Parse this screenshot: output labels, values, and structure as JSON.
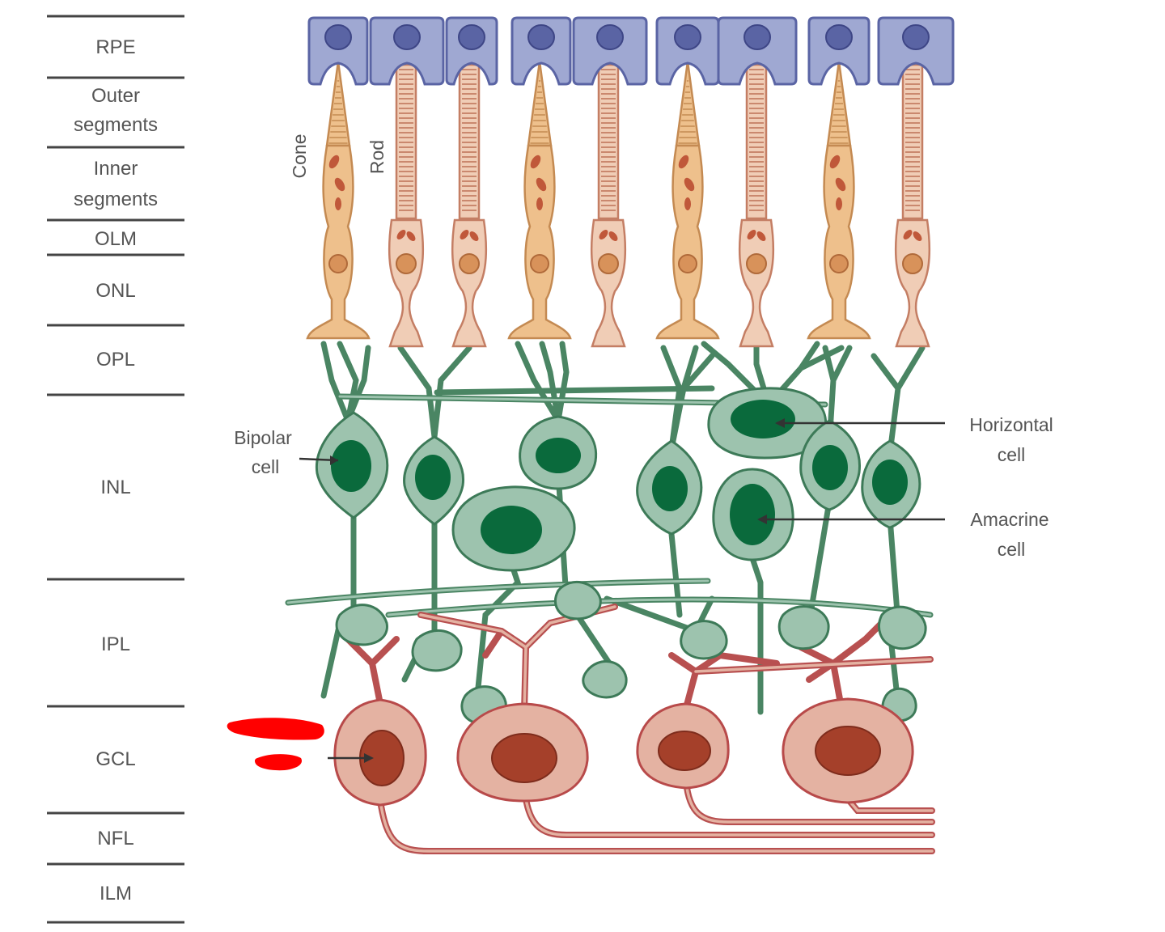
{
  "layers": [
    {
      "name": "rpe",
      "lines": [
        "RPE"
      ]
    },
    {
      "name": "outer-segments",
      "lines": [
        "Outer",
        "segments"
      ]
    },
    {
      "name": "inner-segments",
      "lines": [
        "Inner",
        "segments"
      ]
    },
    {
      "name": "olm",
      "lines": [
        "OLM"
      ]
    },
    {
      "name": "onl",
      "lines": [
        "ONL"
      ]
    },
    {
      "name": "opl",
      "lines": [
        "OPL"
      ]
    },
    {
      "name": "inl",
      "lines": [
        "INL"
      ]
    },
    {
      "name": "ipl",
      "lines": [
        "IPL"
      ]
    },
    {
      "name": "gcl",
      "lines": [
        "GCL"
      ]
    },
    {
      "name": "nfl",
      "lines": [
        "NFL"
      ]
    },
    {
      "name": "ilm",
      "lines": [
        "ILM"
      ]
    }
  ],
  "cell_labels": {
    "cone": "Cone",
    "rod": "Rod",
    "bipolar": [
      "Bipolar",
      "cell"
    ],
    "horizontal": [
      "Horizontal",
      "cell"
    ],
    "amacrine": [
      "Amacrine",
      "cell"
    ]
  },
  "photoreceptor_order": [
    "cone",
    "rod",
    "rod",
    "cone",
    "rod",
    "cone",
    "rod",
    "cone",
    "rod"
  ],
  "colors": {
    "rpe": "#9fa8d2",
    "cone": "#eec08c",
    "rod": "#f0cdb6",
    "inner_cells": "#9dc3ae",
    "ganglion_cells": "#e4b2a2",
    "redaction_mark": "#ff0000"
  }
}
